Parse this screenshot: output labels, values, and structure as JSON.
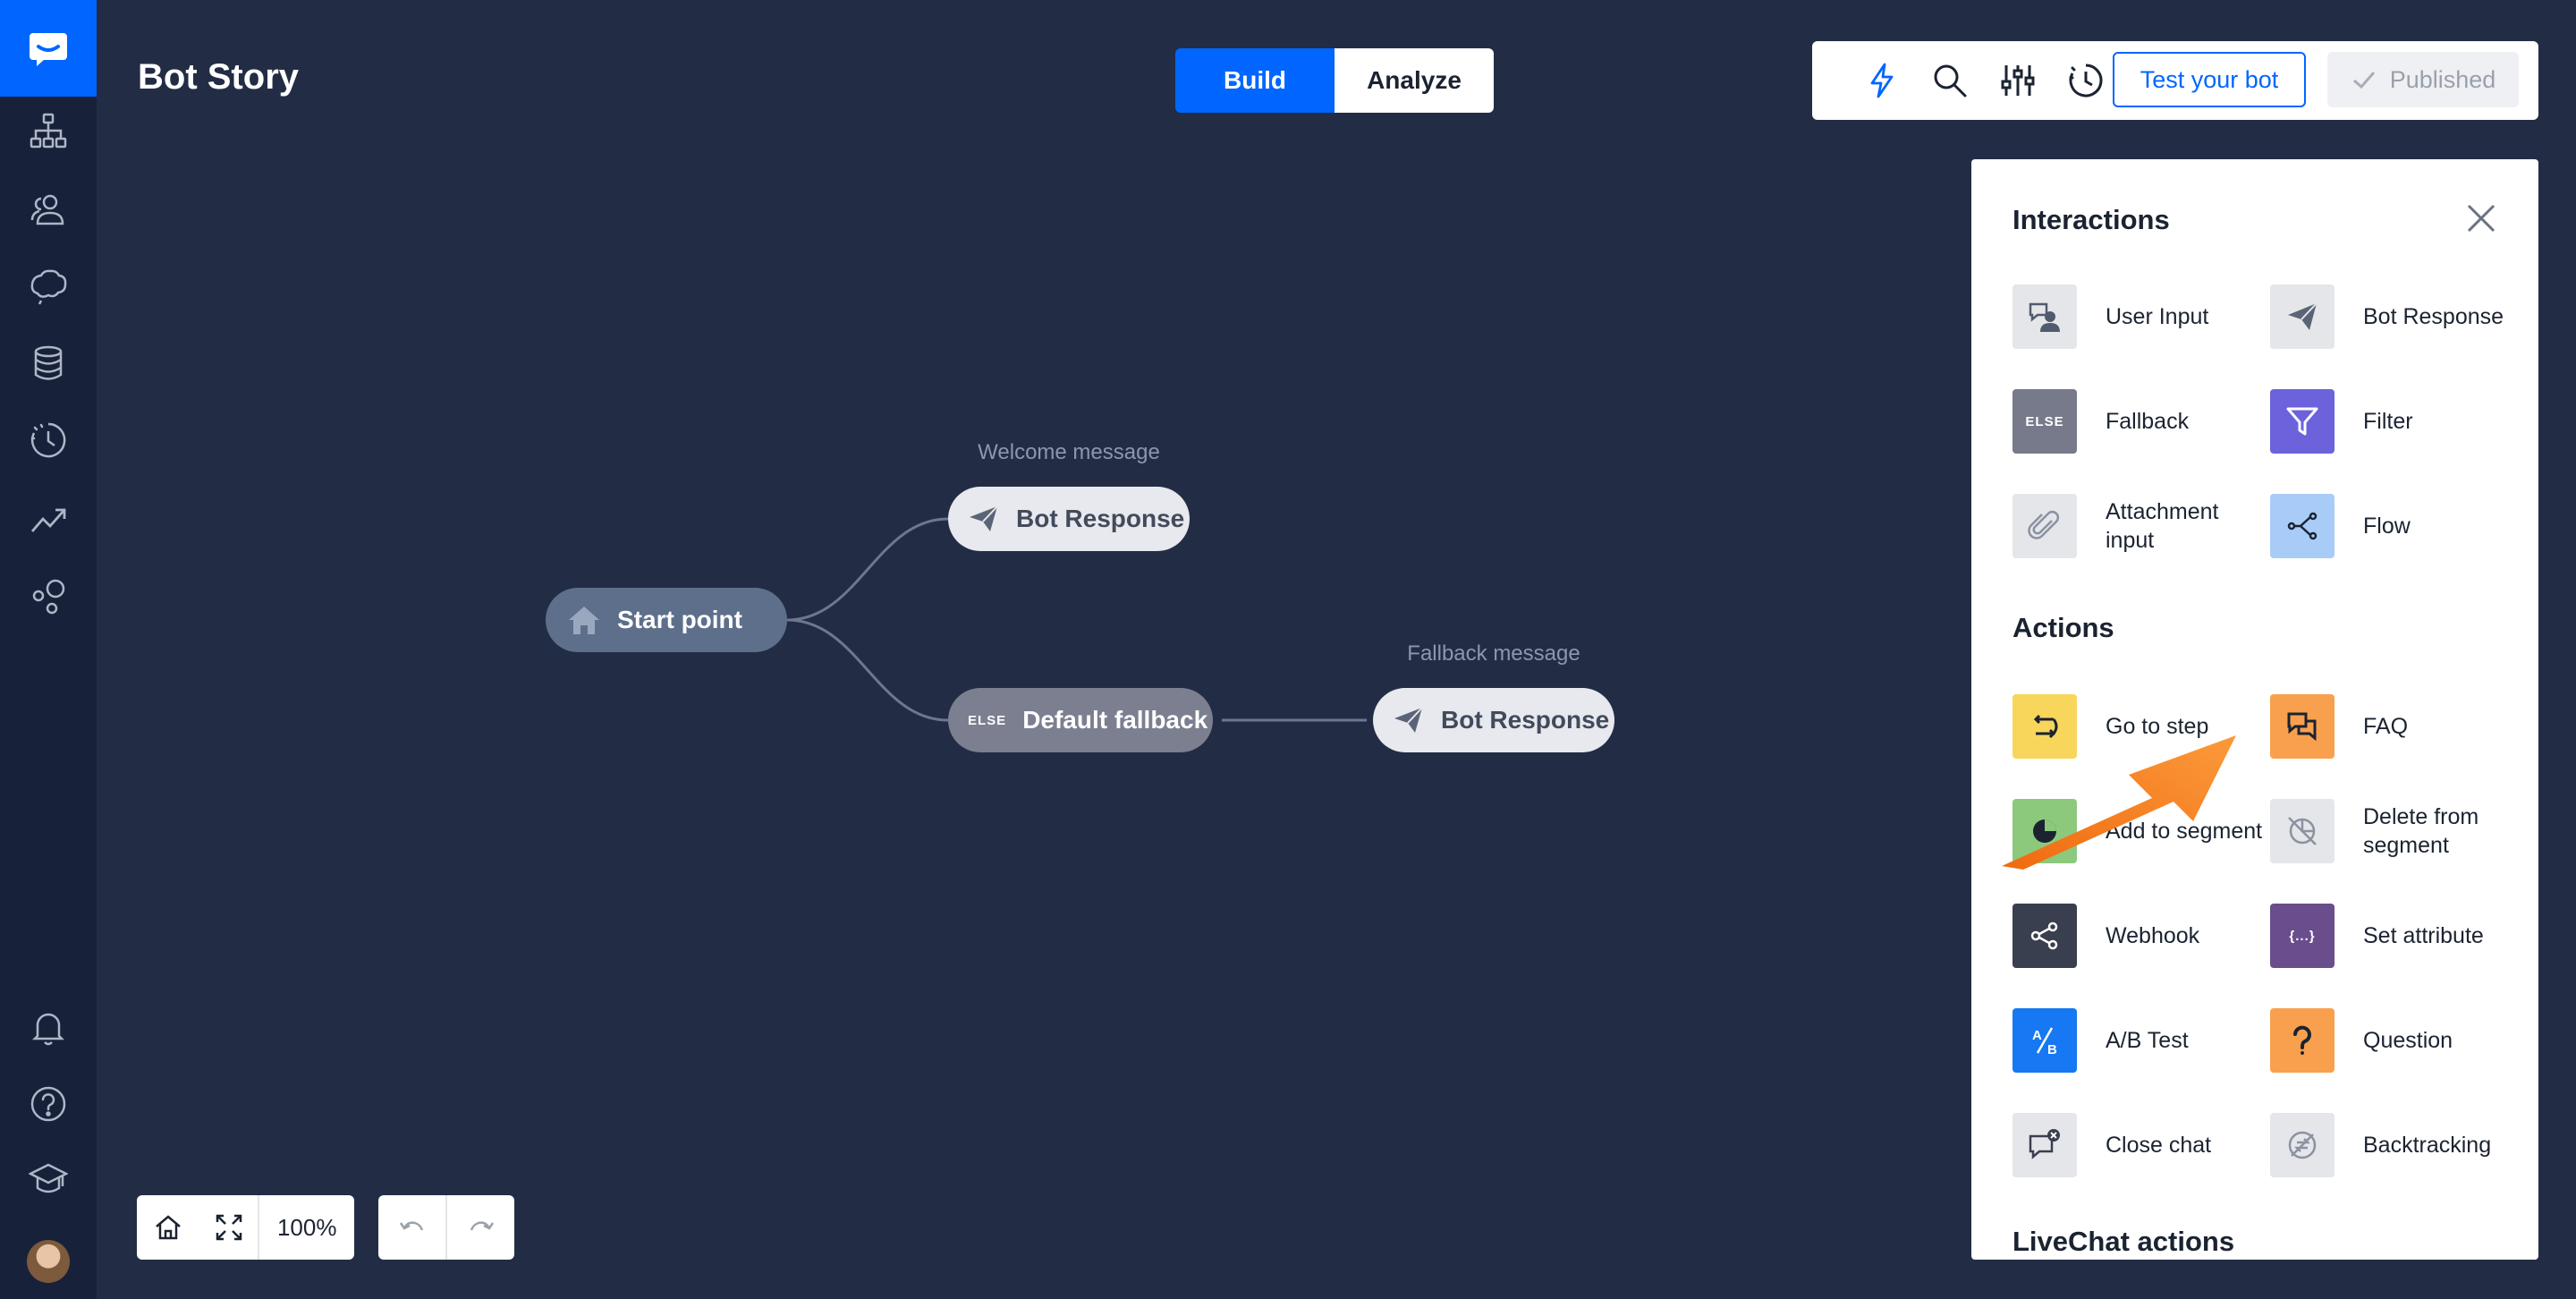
{
  "page": {
    "title": "Bot Story"
  },
  "sidebar": {
    "items": [
      {
        "icon": "chat-logo-icon"
      },
      {
        "icon": "sitemap-icon"
      },
      {
        "icon": "users-icon"
      },
      {
        "icon": "brain-icon"
      },
      {
        "icon": "database-icon"
      },
      {
        "icon": "clock-history-icon"
      },
      {
        "icon": "trending-up-icon"
      },
      {
        "icon": "integrations-icon"
      },
      {
        "icon": "bell-icon"
      },
      {
        "icon": "help-icon"
      },
      {
        "icon": "graduation-cap-icon"
      },
      {
        "icon": "avatar"
      }
    ]
  },
  "header": {
    "tabs": [
      {
        "label": "Build",
        "active": true
      },
      {
        "label": "Analyze",
        "active": false
      }
    ],
    "toolbar": {
      "icons": [
        "lightning-icon",
        "search-icon",
        "sliders-icon",
        "history-icon"
      ],
      "test_label": "Test your bot",
      "published_label": "Published"
    }
  },
  "canvas": {
    "start": {
      "label": "Start point"
    },
    "welcome": {
      "caption": "Welcome message",
      "label": "Bot Response"
    },
    "fallback": {
      "badge": "ELSE",
      "label": "Default fallback"
    },
    "fallback_response": {
      "caption": "Fallback message",
      "label": "Bot Response"
    }
  },
  "zoom": {
    "level": "100%"
  },
  "panel": {
    "interactions_title": "Interactions",
    "actions_title": "Actions",
    "livechat_title": "LiveChat actions",
    "interactions": [
      {
        "label": "User Input",
        "icon": "user-input-icon",
        "color": "#e4e6ea"
      },
      {
        "label": "Bot Response",
        "icon": "paper-plane-icon",
        "color": "#e4e6ea"
      },
      {
        "label": "Fallback",
        "icon": "else-icon",
        "icon_text": "ELSE",
        "color": "#767a8b"
      },
      {
        "label": "Filter",
        "icon": "filter-icon",
        "color": "#6c62dc"
      },
      {
        "label": "Attachment input",
        "icon": "paperclip-icon",
        "color": "#e4e6ea"
      },
      {
        "label": "Flow",
        "icon": "flow-icon",
        "color": "#a8ccf7"
      }
    ],
    "actions": [
      {
        "label": "Go to step",
        "icon": "go-to-step-icon",
        "color": "#f8d65c"
      },
      {
        "label": "FAQ",
        "icon": "faq-icon",
        "color": "#f9a04e"
      },
      {
        "label": "Add to segment",
        "icon": "segment-add-icon",
        "color": "#8cc97c"
      },
      {
        "label": "Delete from segment",
        "icon": "segment-delete-icon",
        "color": "#e4e6ea"
      },
      {
        "label": "Webhook",
        "icon": "webhook-icon",
        "color": "#3a3f4f"
      },
      {
        "label": "Set attribute",
        "icon": "attribute-icon",
        "icon_text": "{...}",
        "color": "#6a4d8c"
      },
      {
        "label": "A/B Test",
        "icon": "ab-test-icon",
        "color": "#1678f2"
      },
      {
        "label": "Question",
        "icon": "question-icon",
        "color": "#f9a04e"
      },
      {
        "label": "Close chat",
        "icon": "close-chat-icon",
        "color": "#e4e6ea"
      },
      {
        "label": "Backtracking",
        "icon": "backtracking-icon",
        "color": "#e4e6ea"
      }
    ]
  },
  "annotation": {
    "icon": "orange-arrow-pointer",
    "color": "#f47b20"
  }
}
